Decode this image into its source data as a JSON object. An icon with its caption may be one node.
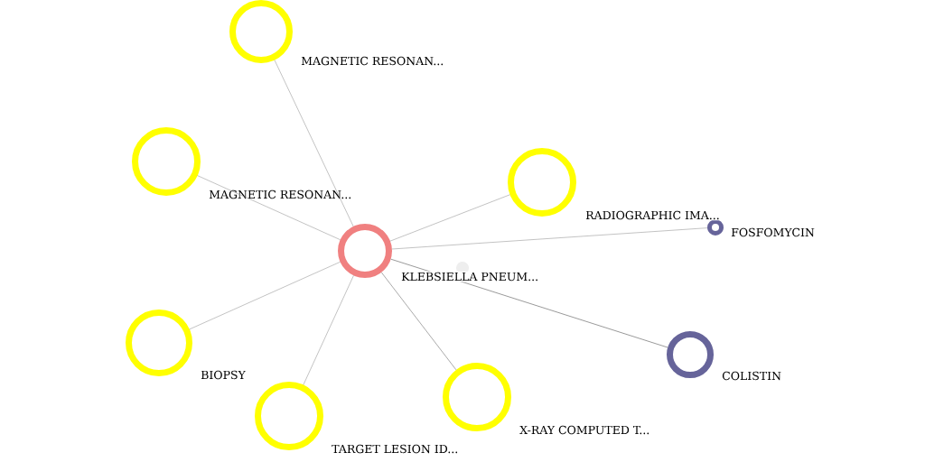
{
  "diagram": {
    "nodes": [
      {
        "text": [],
        "shape": "circle"
      },
      {
        "text": [],
        "shape": "circle",
        "beside": [
          "MAGNETIC RESONAN..."
        ]
      },
      {
        "text": [],
        "shape": "circle",
        "beside": [
          "MAGNETIC RESONAN..."
        ]
      },
      {
        "text": [],
        "shape": "circle"
      },
      {
        "text": [],
        "shape": "circle",
        "beside": [
          "FOSFOMYCIN"
        ]
      },
      {
        "text": [],
        "shape": "circle",
        "beside": [
          "BIOPSY"
        ]
      },
      {
        "text": [],
        "shape": "circle",
        "beside": [
          "TARGET LESION ID..."
        ]
      },
      {
        "text": [],
        "shape": "circle",
        "beside": [
          "X-RAY COMPUTED T..."
        ]
      },
      {
        "text": [],
        "shape": "circle",
        "beside": [
          "COLISTIN"
        ]
      },
      {
        "text": [],
        "shape": "circle"
      }
    ],
    "edges": [
      {
        "from": 0,
        "to": 1,
        "arrow": "none"
      },
      {
        "from": 0,
        "to": 2,
        "arrow": "none"
      },
      {
        "from": 0,
        "to": 3,
        "arrow": "none"
      },
      {
        "from": 0,
        "to": 4,
        "arrow": "none"
      },
      {
        "from": 0,
        "to": 5,
        "arrow": "none"
      },
      {
        "from": 0,
        "to": 6,
        "arrow": "none"
      },
      {
        "from": 0,
        "to": 7,
        "arrow": "none",
        "color": "#707070"
      },
      {
        "from": 0,
        "to": 8,
        "arrow": "none",
        "color": "#555555"
      }
    ],
    "labels": [
      "RADIOGRAPHIC IMA...",
      "KLEBSIELLA PNEUM..."
    ]
  }
}
